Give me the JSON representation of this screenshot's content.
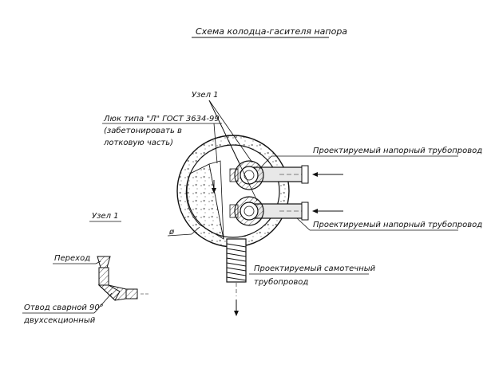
{
  "title": "Схема колодца-гасителя напора",
  "labels": {
    "node_top": "Узел 1",
    "hatch_line1": "Люк типа \"Л\" ГОСТ 3634-99",
    "hatch_line2": "(забетонировать в",
    "hatch_line3": "лотковую часть)",
    "pressure_pipe_top": "Проектируемый напорный трубопровод",
    "pressure_pipe_bottom": "Проектируемый напорный трубопровод",
    "gravity_pipe_line1": "Проектируемый самотечный",
    "gravity_pipe_line2": "трубопровод",
    "diameter": "ø",
    "node_detail": "Узел 1",
    "transition": "Переход",
    "elbow_line1": "Отвод сварной 90°",
    "elbow_line2": "двухсекционный"
  }
}
